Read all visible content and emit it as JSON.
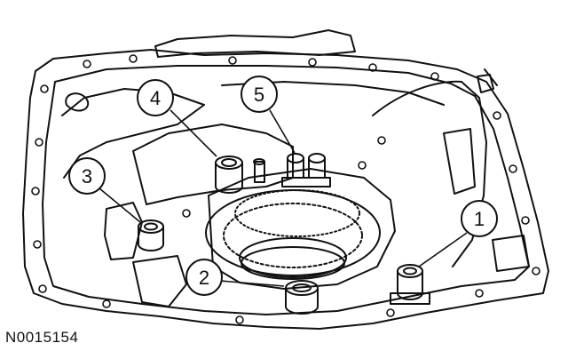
{
  "callouts": {
    "c1": "1",
    "c2": "2",
    "c3": "3",
    "c4": "4",
    "c5": "5"
  },
  "reference_code": "N0015154"
}
